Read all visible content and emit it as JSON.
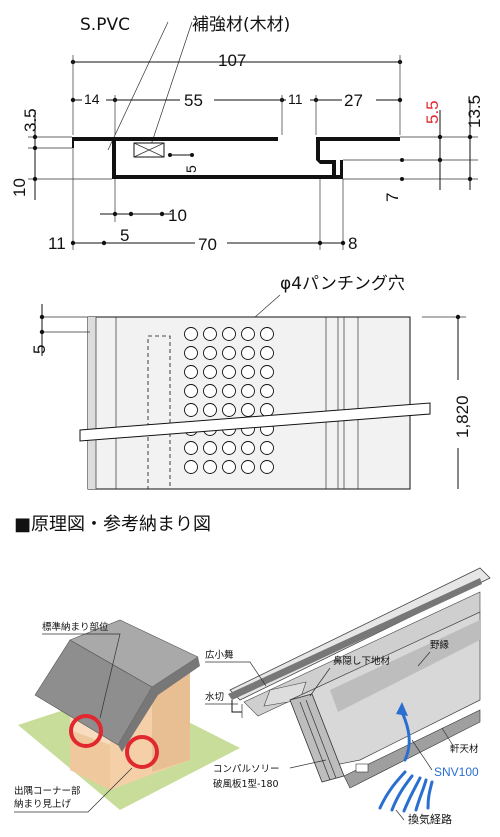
{
  "top_profile": {
    "material_pvc": "S.PVC",
    "material_wood": "補強材(木材)",
    "dims": {
      "total_width": "107",
      "d14": "14",
      "d55": "55",
      "d11_top": "11",
      "d27": "27",
      "d3_5": "3.5",
      "d5_5": "5.5",
      "d13_5": "13.5",
      "d10_left": "10",
      "d7": "7",
      "d5_slot": "5",
      "d5_bottom": "5",
      "d10_bottom": "10",
      "d11_bottom": "11",
      "d70": "70",
      "d8": "8"
    },
    "highlight_color": "#e0282e"
  },
  "front_view": {
    "punch_label": "φ4パンチング穴",
    "dim_5": "5",
    "dim_1820": "1,820"
  },
  "section": {
    "heading": "■原理図・参考納まり図"
  },
  "house": {
    "std_position": "標準納まり部位",
    "corner_line1": "出隅コーナー部",
    "corner_line2": "納まり見上げ",
    "circle_color": "#e0282e"
  },
  "eave": {
    "hiromai": "広小舞",
    "mizukiri": "水切",
    "hana_kakushi": "鼻隠し下地材",
    "noen": "野縁",
    "nokiten": "軒天材",
    "product_line1": "コンパルソリー",
    "product_line2": "破風板1型-180",
    "snv": "SNV100",
    "airflow": "換気経路",
    "accent": "#2a6fd0"
  }
}
